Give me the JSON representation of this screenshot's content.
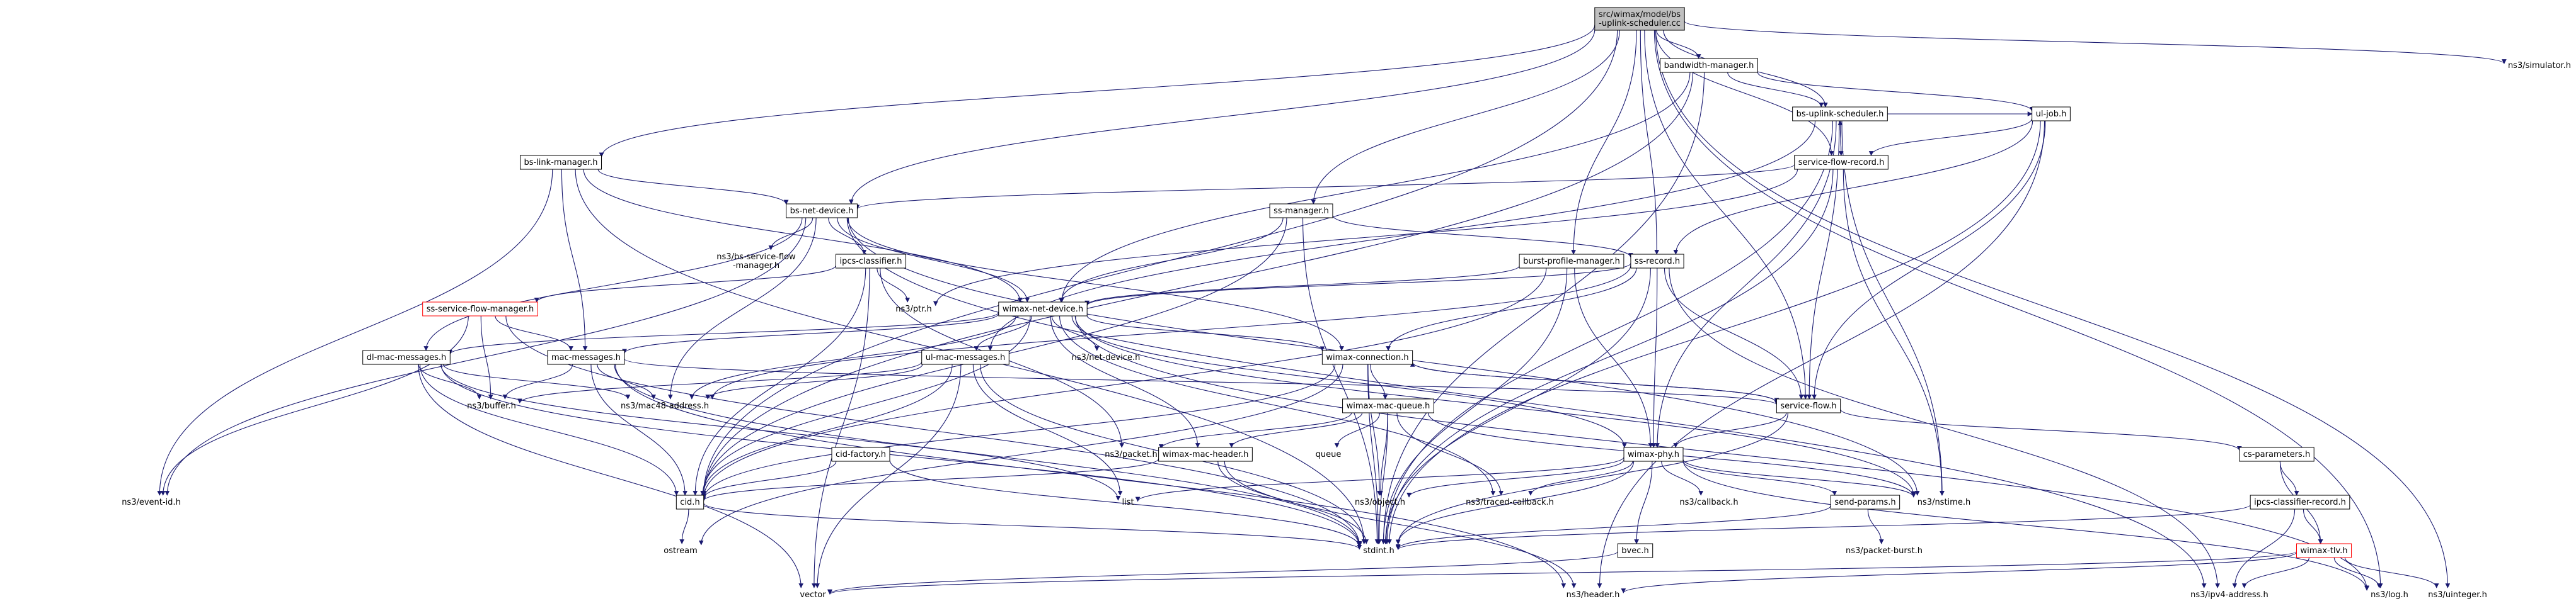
{
  "diagram": {
    "type": "include-dependency-graph",
    "colors": {
      "edge": "#191970",
      "box_border": "#000000",
      "root_fill": "#bfbfbf",
      "highlight_border": "#ff0000",
      "external_text": "#000000"
    },
    "nodes": [
      {
        "id": "root",
        "lines": [
          "src/wimax/model/bs",
          "-uplink-scheduler.cc"
        ],
        "kind": "root"
      },
      {
        "id": "bandwidth_manager",
        "lines": [
          "bandwidth-manager.h"
        ],
        "kind": "box"
      },
      {
        "id": "simulator",
        "lines": [
          "ns3/simulator.h"
        ],
        "kind": "external"
      },
      {
        "id": "bs_uplink_scheduler",
        "lines": [
          "bs-uplink-scheduler.h"
        ],
        "kind": "box"
      },
      {
        "id": "ul_job",
        "lines": [
          "ul-job.h"
        ],
        "kind": "box"
      },
      {
        "id": "service_flow_record",
        "lines": [
          "service-flow-record.h"
        ],
        "kind": "box"
      },
      {
        "id": "bs_link_manager",
        "lines": [
          "bs-link-manager.h"
        ],
        "kind": "box"
      },
      {
        "id": "bs_net_device",
        "lines": [
          "bs-net-device.h"
        ],
        "kind": "box"
      },
      {
        "id": "ss_manager",
        "lines": [
          "ss-manager.h"
        ],
        "kind": "box"
      },
      {
        "id": "bs_service_flow_manager",
        "lines": [
          "ns3/bs-service-flow",
          "-manager.h"
        ],
        "kind": "external"
      },
      {
        "id": "ipcs_classifier",
        "lines": [
          "ipcs-classifier.h"
        ],
        "kind": "box"
      },
      {
        "id": "burst_profile_manager",
        "lines": [
          "burst-profile-manager.h"
        ],
        "kind": "box"
      },
      {
        "id": "ss_record",
        "lines": [
          "ss-record.h"
        ],
        "kind": "box"
      },
      {
        "id": "ptr",
        "lines": [
          "ns3/ptr.h"
        ],
        "kind": "external"
      },
      {
        "id": "ss_service_flow_manager",
        "lines": [
          "ss-service-flow-manager.h"
        ],
        "kind": "red"
      },
      {
        "id": "wimax_net_device",
        "lines": [
          "wimax-net-device.h"
        ],
        "kind": "box"
      },
      {
        "id": "net_device",
        "lines": [
          "ns3/net-device.h"
        ],
        "kind": "external"
      },
      {
        "id": "dl_mac_messages",
        "lines": [
          "dl-mac-messages.h"
        ],
        "kind": "box"
      },
      {
        "id": "mac_messages",
        "lines": [
          "mac-messages.h"
        ],
        "kind": "box"
      },
      {
        "id": "ul_mac_messages",
        "lines": [
          "ul-mac-messages.h"
        ],
        "kind": "box"
      },
      {
        "id": "wimax_connection",
        "lines": [
          "wimax-connection.h"
        ],
        "kind": "box"
      },
      {
        "id": "buffer",
        "lines": [
          "ns3/buffer.h"
        ],
        "kind": "external"
      },
      {
        "id": "mac48_address",
        "lines": [
          "ns3/mac48-address.h"
        ],
        "kind": "external"
      },
      {
        "id": "service_flow",
        "lines": [
          "service-flow.h"
        ],
        "kind": "box"
      },
      {
        "id": "wimax_mac_queue",
        "lines": [
          "wimax-mac-queue.h"
        ],
        "kind": "box"
      },
      {
        "id": "cid_factory",
        "lines": [
          "cid-factory.h"
        ],
        "kind": "box"
      },
      {
        "id": "queue",
        "lines": [
          "queue"
        ],
        "kind": "external"
      },
      {
        "id": "packet",
        "lines": [
          "ns3/packet.h"
        ],
        "kind": "external"
      },
      {
        "id": "wimax_mac_header",
        "lines": [
          "wimax-mac-header.h"
        ],
        "kind": "box"
      },
      {
        "id": "wimax_phy",
        "lines": [
          "wimax-phy.h"
        ],
        "kind": "box"
      },
      {
        "id": "cs_parameters",
        "lines": [
          "cs-parameters.h"
        ],
        "kind": "box"
      },
      {
        "id": "event_id",
        "lines": [
          "ns3/event-id.h"
        ],
        "kind": "external"
      },
      {
        "id": "cid",
        "lines": [
          "cid.h"
        ],
        "kind": "box"
      },
      {
        "id": "list",
        "lines": [
          "list"
        ],
        "kind": "external"
      },
      {
        "id": "object",
        "lines": [
          "ns3/object.h"
        ],
        "kind": "external"
      },
      {
        "id": "traced_callback",
        "lines": [
          "ns3/traced-callback.h"
        ],
        "kind": "external"
      },
      {
        "id": "callback",
        "lines": [
          "ns3/callback.h"
        ],
        "kind": "external"
      },
      {
        "id": "send_params",
        "lines": [
          "send-params.h"
        ],
        "kind": "box"
      },
      {
        "id": "nstime",
        "lines": [
          "ns3/nstime.h"
        ],
        "kind": "external"
      },
      {
        "id": "ipcs_classifier_record",
        "lines": [
          "ipcs-classifier-record.h"
        ],
        "kind": "box"
      },
      {
        "id": "ostream",
        "lines": [
          "ostream"
        ],
        "kind": "external"
      },
      {
        "id": "stdint",
        "lines": [
          "stdint.h"
        ],
        "kind": "external"
      },
      {
        "id": "packet_burst",
        "lines": [
          "ns3/packet-burst.h"
        ],
        "kind": "external"
      },
      {
        "id": "bvec",
        "lines": [
          "bvec.h"
        ],
        "kind": "box"
      },
      {
        "id": "wimax_tlv",
        "lines": [
          "wimax-tlv.h"
        ],
        "kind": "red"
      },
      {
        "id": "vector",
        "lines": [
          "vector"
        ],
        "kind": "external"
      },
      {
        "id": "header",
        "lines": [
          "ns3/header.h"
        ],
        "kind": "external"
      },
      {
        "id": "ipv4_address",
        "lines": [
          "ns3/ipv4-address.h"
        ],
        "kind": "external"
      },
      {
        "id": "log",
        "lines": [
          "ns3/log.h"
        ],
        "kind": "external"
      },
      {
        "id": "uinteger",
        "lines": [
          "ns3/uinteger.h"
        ],
        "kind": "external"
      }
    ],
    "edges": [
      [
        "root",
        "bandwidth_manager"
      ],
      [
        "root",
        "simulator"
      ],
      [
        "root",
        "bs_uplink_scheduler"
      ],
      [
        "root",
        "service_flow_record"
      ],
      [
        "root",
        "bs_link_manager"
      ],
      [
        "root",
        "bs_net_device"
      ],
      [
        "root",
        "ss_manager"
      ],
      [
        "root",
        "burst_profile_manager"
      ],
      [
        "root",
        "ss_record"
      ],
      [
        "root",
        "cid"
      ],
      [
        "root",
        "service_flow"
      ],
      [
        "root",
        "log"
      ],
      [
        "root",
        "uinteger"
      ],
      [
        "bandwidth_manager",
        "bs_uplink_scheduler"
      ],
      [
        "bandwidth_manager",
        "ul_job"
      ],
      [
        "bandwidth_manager",
        "wimax_net_device"
      ],
      [
        "bandwidth_manager",
        "cid"
      ],
      [
        "bandwidth_manager",
        "stdint"
      ],
      [
        "bs_uplink_scheduler",
        "ul_job"
      ],
      [
        "bs_uplink_scheduler",
        "service_flow_record"
      ],
      [
        "bs_uplink_scheduler",
        "ul_mac_messages"
      ],
      [
        "bs_uplink_scheduler",
        "wimax_phy"
      ],
      [
        "bs_uplink_scheduler",
        "service_flow"
      ],
      [
        "bs_uplink_scheduler",
        "nstime"
      ],
      [
        "bs_uplink_scheduler",
        "stdint"
      ],
      [
        "ul_job",
        "service_flow_record"
      ],
      [
        "ul_job",
        "ss_record"
      ],
      [
        "ul_job",
        "service_flow"
      ],
      [
        "ul_job",
        "stdint"
      ],
      [
        "ul_job",
        "header"
      ],
      [
        "service_flow_record",
        "bs_uplink_scheduler"
      ],
      [
        "service_flow_record",
        "bs_net_device"
      ],
      [
        "service_flow_record",
        "ptr"
      ],
      [
        "service_flow_record",
        "nstime"
      ],
      [
        "service_flow_record",
        "stdint"
      ],
      [
        "bs_link_manager",
        "bs_net_device"
      ],
      [
        "bs_link_manager",
        "mac_messages"
      ],
      [
        "bs_link_manager",
        "wimax_net_device"
      ],
      [
        "bs_link_manager",
        "event_id"
      ],
      [
        "bs_link_manager",
        "stdint"
      ],
      [
        "bs_net_device",
        "bs_service_flow_manager"
      ],
      [
        "bs_net_device",
        "ipcs_classifier"
      ],
      [
        "bs_net_device",
        "wimax_net_device"
      ],
      [
        "bs_net_device",
        "dl_mac_messages"
      ],
      [
        "bs_net_device",
        "mac48_address"
      ],
      [
        "bs_net_device",
        "wimax_connection"
      ],
      [
        "bs_net_device",
        "nstime"
      ],
      [
        "bs_net_device",
        "event_id"
      ],
      [
        "bs_net_device",
        "ipv4_address"
      ],
      [
        "ss_manager",
        "ss_record"
      ],
      [
        "ss_manager",
        "wimax_net_device"
      ],
      [
        "ss_manager",
        "cid"
      ],
      [
        "ss_manager",
        "stdint"
      ],
      [
        "ipcs_classifier",
        "ptr"
      ],
      [
        "ipcs_classifier",
        "ss_service_flow_manager"
      ],
      [
        "ipcs_classifier",
        "packet"
      ],
      [
        "ipcs_classifier",
        "cid"
      ],
      [
        "ipcs_classifier",
        "vector"
      ],
      [
        "burst_profile_manager",
        "wimax_net_device"
      ],
      [
        "burst_profile_manager",
        "wimax_phy"
      ],
      [
        "burst_profile_manager",
        "cid"
      ],
      [
        "burst_profile_manager",
        "stdint"
      ],
      [
        "ss_record",
        "wimax_net_device"
      ],
      [
        "ss_record",
        "mac48_address"
      ],
      [
        "ss_record",
        "service_flow"
      ],
      [
        "ss_record",
        "wimax_phy"
      ],
      [
        "ss_record",
        "wimax_connection"
      ],
      [
        "ss_record",
        "ipv4_address"
      ],
      [
        "ss_record",
        "stdint"
      ],
      [
        "ss_service_flow_manager",
        "mac_messages"
      ],
      [
        "ss_service_flow_manager",
        "buffer"
      ],
      [
        "ss_service_flow_manager",
        "event_id"
      ],
      [
        "ss_service_flow_manager",
        "stdint"
      ],
      [
        "wimax_net_device",
        "net_device"
      ],
      [
        "wimax_net_device",
        "dl_mac_messages"
      ],
      [
        "wimax_net_device",
        "mac_messages"
      ],
      [
        "wimax_net_device",
        "ul_mac_messages"
      ],
      [
        "wimax_net_device",
        "wimax_connection"
      ],
      [
        "wimax_net_device",
        "mac48_address"
      ],
      [
        "wimax_net_device",
        "wimax_mac_header"
      ],
      [
        "wimax_net_device",
        "wimax_phy"
      ],
      [
        "wimax_net_device",
        "traced_callback"
      ],
      [
        "wimax_net_device",
        "cid"
      ],
      [
        "wimax_net_device",
        "nstime"
      ],
      [
        "wimax_net_device",
        "log"
      ],
      [
        "dl_mac_messages",
        "buffer"
      ],
      [
        "dl_mac_messages",
        "mac48_address"
      ],
      [
        "dl_mac_messages",
        "cid"
      ],
      [
        "dl_mac_messages",
        "list"
      ],
      [
        "dl_mac_messages",
        "stdint"
      ],
      [
        "dl_mac_messages",
        "vector"
      ],
      [
        "mac_messages",
        "buffer"
      ],
      [
        "mac_messages",
        "mac48_address"
      ],
      [
        "mac_messages",
        "service_flow"
      ],
      [
        "mac_messages",
        "cid"
      ],
      [
        "mac_messages",
        "header"
      ],
      [
        "mac_messages",
        "stdint"
      ],
      [
        "ul_mac_messages",
        "buffer"
      ],
      [
        "ul_mac_messages",
        "mac48_address"
      ],
      [
        "ul_mac_messages",
        "cid"
      ],
      [
        "ul_mac_messages",
        "list"
      ],
      [
        "ul_mac_messages",
        "stdint"
      ],
      [
        "ul_mac_messages",
        "vector"
      ],
      [
        "wimax_connection",
        "service_flow"
      ],
      [
        "wimax_connection",
        "wimax_mac_queue"
      ],
      [
        "wimax_connection",
        "cid"
      ],
      [
        "wimax_connection",
        "object"
      ],
      [
        "wimax_connection",
        "stdint"
      ],
      [
        "wimax_connection",
        "ostream"
      ],
      [
        "service_flow",
        "wimax_connection"
      ],
      [
        "service_flow",
        "wimax_phy"
      ],
      [
        "service_flow",
        "cs_parameters"
      ],
      [
        "service_flow",
        "stdint"
      ],
      [
        "wimax_mac_queue",
        "wimax_mac_header"
      ],
      [
        "wimax_mac_queue",
        "queue"
      ],
      [
        "wimax_mac_queue",
        "packet"
      ],
      [
        "wimax_mac_queue",
        "object"
      ],
      [
        "wimax_mac_queue",
        "traced_callback"
      ],
      [
        "wimax_mac_queue",
        "nstime"
      ],
      [
        "wimax_mac_queue",
        "stdint"
      ],
      [
        "cid_factory",
        "cid"
      ],
      [
        "cid_factory",
        "stdint"
      ],
      [
        "wimax_mac_header",
        "cid"
      ],
      [
        "wimax_mac_header",
        "header"
      ],
      [
        "wimax_mac_header",
        "stdint"
      ],
      [
        "wimax_phy",
        "list"
      ],
      [
        "wimax_phy",
        "object"
      ],
      [
        "wimax_phy",
        "traced_callback"
      ],
      [
        "wimax_phy",
        "callback"
      ],
      [
        "wimax_phy",
        "send_params"
      ],
      [
        "wimax_phy",
        "nstime"
      ],
      [
        "wimax_phy",
        "stdint"
      ],
      [
        "wimax_phy",
        "bvec"
      ],
      [
        "wimax_phy",
        "log"
      ],
      [
        "cs_parameters",
        "ipcs_classifier_record"
      ],
      [
        "cs_parameters",
        "wimax_tlv"
      ],
      [
        "cid",
        "stdint"
      ],
      [
        "cid",
        "ostream"
      ],
      [
        "send_params",
        "stdint"
      ],
      [
        "send_params",
        "packet_burst"
      ],
      [
        "ipcs_classifier_record",
        "stdint"
      ],
      [
        "ipcs_classifier_record",
        "wimax_tlv"
      ],
      [
        "ipcs_classifier_record",
        "ipv4_address"
      ],
      [
        "bvec",
        "vector"
      ],
      [
        "wimax_tlv",
        "header"
      ],
      [
        "wimax_tlv",
        "vector"
      ],
      [
        "wimax_tlv",
        "log"
      ],
      [
        "wimax_tlv",
        "uinteger"
      ],
      [
        "wimax_tlv",
        "ipv4_address"
      ]
    ]
  }
}
